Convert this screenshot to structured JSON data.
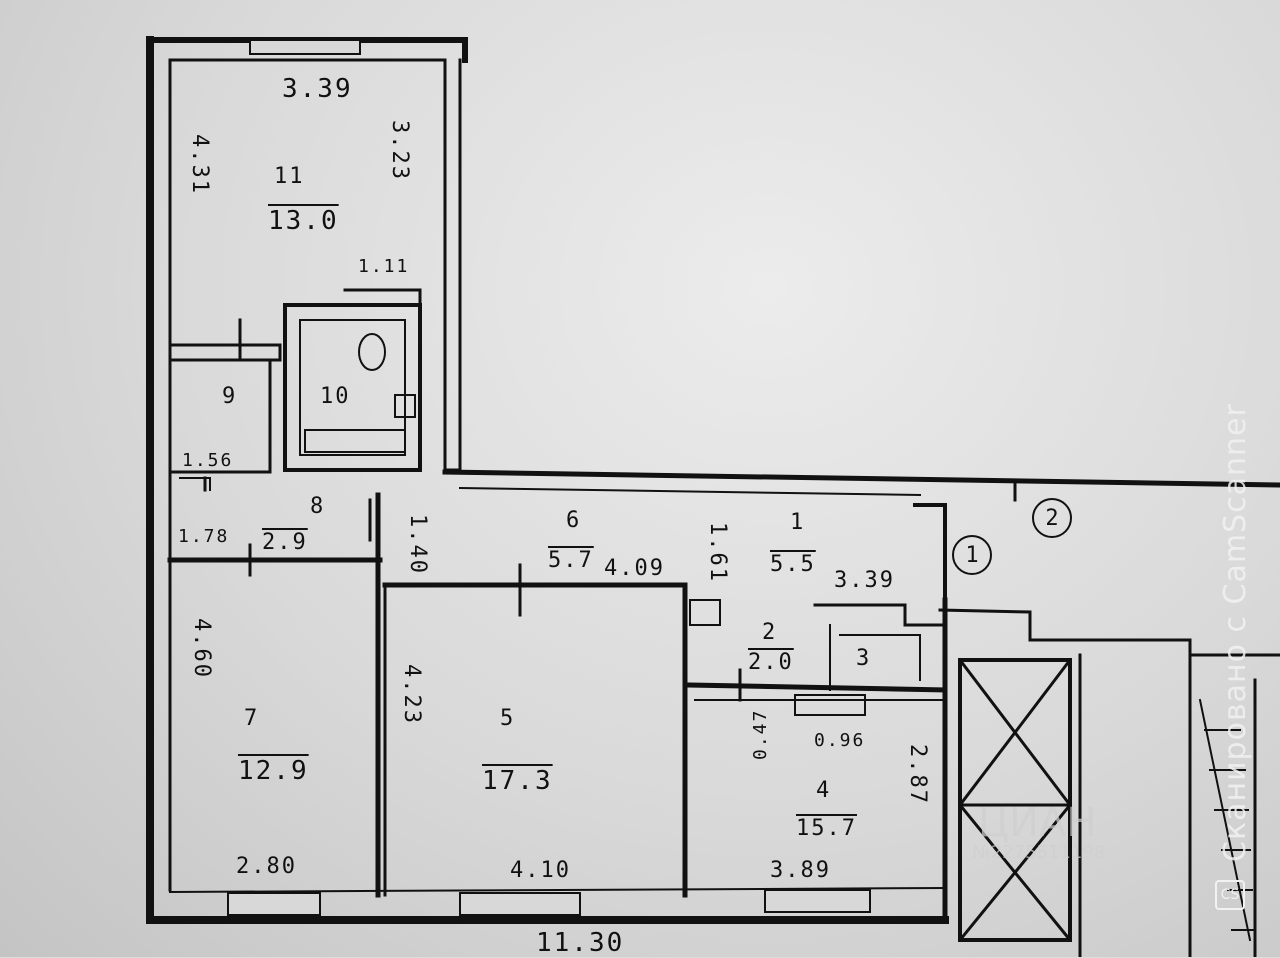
{
  "rooms": [
    {
      "id": "11",
      "area": "13.0"
    },
    {
      "id": "10"
    },
    {
      "id": "9"
    },
    {
      "id": "8",
      "area": "2.9"
    },
    {
      "id": "7",
      "area": "12.9"
    },
    {
      "id": "6",
      "area": "5.7"
    },
    {
      "id": "5",
      "area": "17.3"
    },
    {
      "id": "4",
      "area": "15.7"
    },
    {
      "id": "3"
    },
    {
      "id": "2",
      "area": "2.0"
    },
    {
      "id": "1",
      "area": "5.5"
    }
  ],
  "dimensions": {
    "room11_width": "3.39",
    "room11_left": "4.31",
    "room11_right": "3.23",
    "corridor_111": "1.11",
    "room9_width": "1.56",
    "room8_width": "1.78",
    "room8_height": "1.40",
    "room7_height": "4.60",
    "room7_width": "2.80",
    "room5_height": "4.23",
    "room5_width": "4.10",
    "room6_width": "4.09",
    "room1_height": "1.61",
    "room1_width": "3.39",
    "closet_height": "0.47",
    "closet_width": "0.96",
    "room4_height": "2.87",
    "room4_width": "3.89",
    "total_width": "11.30"
  },
  "markers": [
    "1",
    "2"
  ],
  "watermark": {
    "scanner": "Сканировано с CamScanner",
    "badge": "CS",
    "cian": "ЦИАН",
    "cian_id": "№2275511198"
  }
}
